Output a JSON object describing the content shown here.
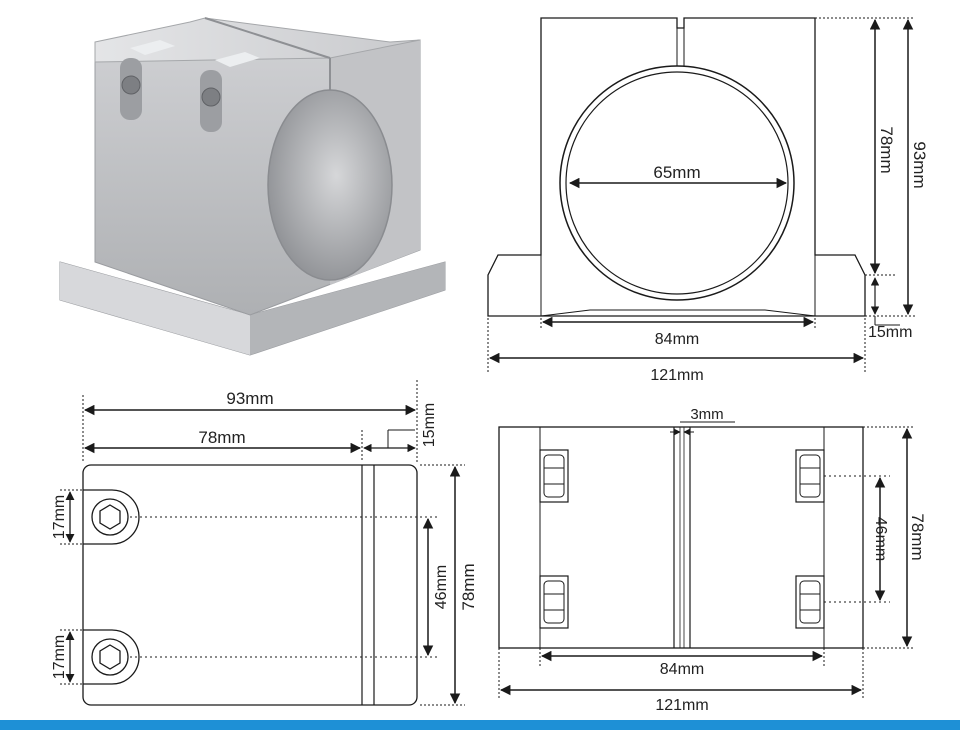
{
  "colors": {
    "line": "#1a1a1a",
    "body_fill": "#ffffff",
    "accent_bar": "#1e90d6",
    "metal_light": "#d9dadc",
    "metal_mid": "#b9babd",
    "metal_dark": "#8e9094"
  },
  "front_view": {
    "bore_diameter": "65mm",
    "base_inner_width": "84mm",
    "total_width": "121mm",
    "clamp_height": "78mm",
    "total_height": "93mm",
    "base_thickness": "15mm"
  },
  "side_view": {
    "total_depth": "93mm",
    "clamp_depth": "78mm",
    "base_lip": "15mm",
    "bolt_spacing": "46mm",
    "height": "78mm",
    "bolt_offset_top": "17mm",
    "bolt_offset_bottom": "17mm"
  },
  "top_view": {
    "slot_width": "3mm",
    "bolt_spacing": "46mm",
    "height": "78mm",
    "inner_width": "84mm",
    "total_width": "121mm"
  },
  "photo": {
    "icon": "spindle-clamp-photo"
  }
}
